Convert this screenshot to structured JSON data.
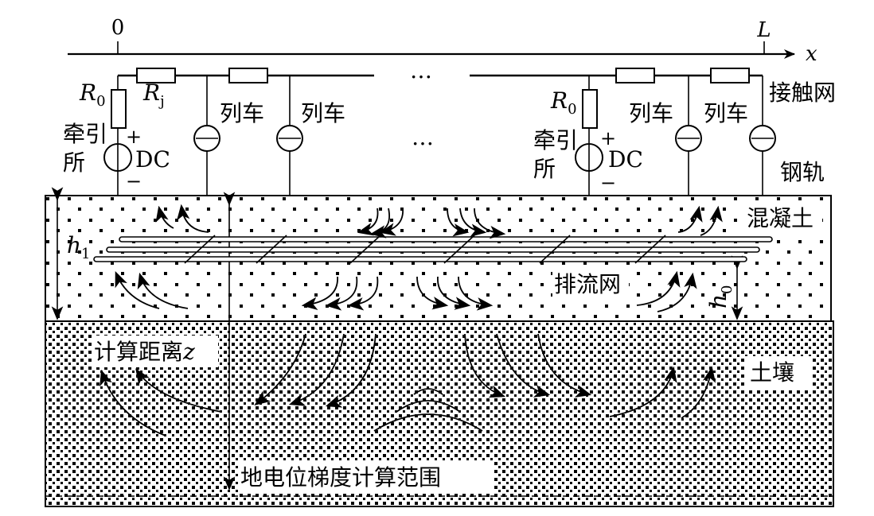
{
  "axis": {
    "origin": "0",
    "end": "L",
    "x": "x"
  },
  "labels": {
    "r0": "R",
    "r0_sub": "0",
    "rj": "R",
    "rj_sub": "j",
    "dc": "DC",
    "plus": "+",
    "minus": "−",
    "ellipsis": "…",
    "substation_1": "牵引",
    "substation_2": "所",
    "train": "列车",
    "catenary": "接触网",
    "rail": "钢轨",
    "concrete": "混凝土",
    "drainage_net": "排流网",
    "soil": "土壤",
    "calc_distance": "计算距离",
    "calc_distance_var": "z",
    "h1": "h",
    "h1_sub": "1",
    "h0": "h",
    "h0_sub": "0",
    "gradient_range": "地电位梯度计算范围"
  }
}
